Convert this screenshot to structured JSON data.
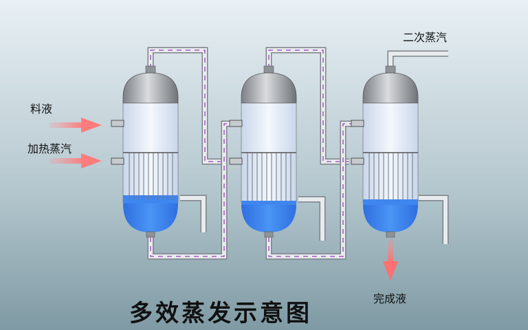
{
  "title": "多效蒸发示意图",
  "labels": {
    "feed": "料液",
    "heating_steam": "加热蒸汽",
    "secondary_steam": "二次蒸汽",
    "product": "完成液"
  },
  "colors": {
    "background_top": "#e8f0f4",
    "background_bottom": "#7f9aa4",
    "pipe": "#c8ccd0",
    "pipe_dash": "#9a3cbf",
    "liquid": "#2f80ef",
    "vessel_body": "#e4ecf8",
    "dome": "#9a9ea4",
    "arrow": "#ff8f8f"
  },
  "diagram": {
    "effects": 3
  }
}
